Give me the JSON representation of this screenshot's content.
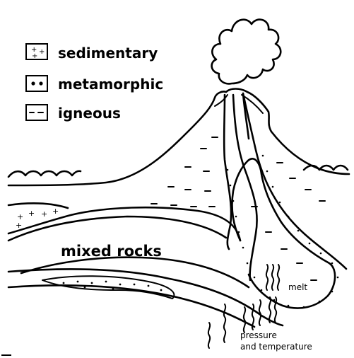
{
  "legend": {
    "items": [
      {
        "label": "sedimentary"
      },
      {
        "label": "metamorphic"
      },
      {
        "label": "igneous"
      }
    ]
  },
  "labels": {
    "mixed_rocks": "mixed rocks",
    "melt": "melt",
    "pressure": "pressure",
    "temperature": "and temperature"
  }
}
